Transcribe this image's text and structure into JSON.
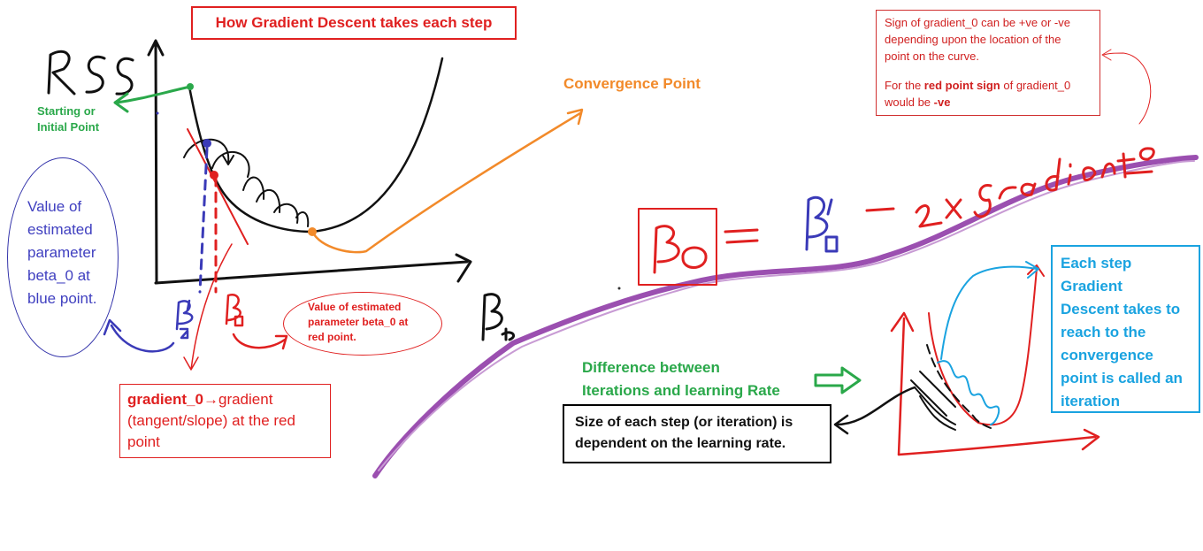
{
  "title": "How Gradient Descent takes each step",
  "sign_note": {
    "line1": "Sign of gradient_0 can be +ve or -ve",
    "line2": "depending upon the location of the",
    "line3": "point on the curve.",
    "line4_a": "For the ",
    "line4_b": "red point sign",
    "line4_c": " of gradient_0",
    "line5_a": "would be ",
    "line5_b": "-ve"
  },
  "starting_point": {
    "line1": "Starting or",
    "line2": "Initial Point"
  },
  "convergence_point": "Convergence Point",
  "blue_point_note": {
    "line1": "Value of",
    "line2": "estimated",
    "line3": "parameter",
    "line4": "beta_0 at",
    "line5": "blue point."
  },
  "red_point_note": {
    "line1": "Value of estimated",
    "line2": "parameter beta_0 at",
    "line3": "red point."
  },
  "gradient_note": {
    "term": "gradient_0",
    "arrow": "→",
    "line1_rest": "gradient",
    "line2": "(tangent/slope) at the red",
    "line3": "point"
  },
  "difference_note": {
    "line1": "Difference between",
    "line2": "Iterations and learning Rate"
  },
  "step_size_note": {
    "line1": "Size of each step (or iteration) is",
    "line2": "dependent on the learning rate."
  },
  "iteration_note": {
    "line1": "Each step",
    "line2": "Gradient",
    "line3": "Descent takes to",
    "line4": "reach to the",
    "line5": "convergence",
    "line6": "point is called an",
    "line7": "iteration"
  },
  "colors": {
    "red": "#e02020",
    "green": "#2aa84a",
    "orange": "#f28a2a",
    "blue": "#3a3ab8",
    "cyan": "#1aa3e0",
    "purple": "#9b4fb0",
    "black": "#111111"
  }
}
